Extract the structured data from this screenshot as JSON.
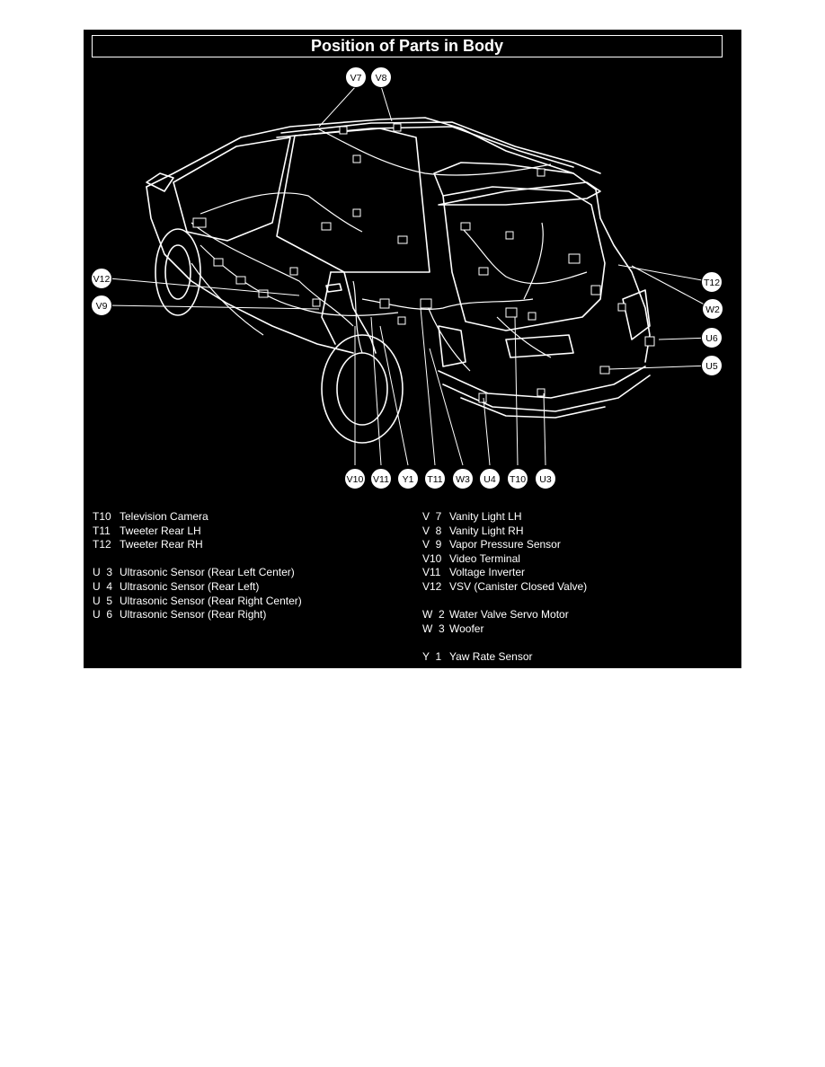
{
  "title": "Position of Parts in Body",
  "callouts": {
    "top": [
      "V7",
      "V8"
    ],
    "left": [
      "V12",
      "V9"
    ],
    "right": [
      "T12",
      "W2",
      "U6",
      "U5"
    ],
    "bottom": [
      "V10",
      "V11",
      "Y1",
      "T11",
      "W3",
      "U4",
      "T10",
      "U3"
    ]
  },
  "legend_left": [
    {
      "code": "T10",
      "desc": "Television Camera"
    },
    {
      "code": "T11",
      "desc": "Tweeter Rear LH"
    },
    {
      "code": "T12",
      "desc": "Tweeter Rear RH"
    },
    {
      "code": "",
      "desc": ""
    },
    {
      "code": "U  3",
      "desc": "Ultrasonic Sensor (Rear Left Center)"
    },
    {
      "code": "U  4",
      "desc": "Ultrasonic Sensor (Rear Left)"
    },
    {
      "code": "U  5",
      "desc": "Ultrasonic Sensor (Rear Right Center)"
    },
    {
      "code": "U  6",
      "desc": "Ultrasonic Sensor (Rear Right)"
    }
  ],
  "legend_right": [
    {
      "code": "V  7",
      "desc": "Vanity Light LH"
    },
    {
      "code": "V  8",
      "desc": "Vanity Light RH"
    },
    {
      "code": "V  9",
      "desc": "Vapor Pressure Sensor"
    },
    {
      "code": "V10",
      "desc": "Video Terminal"
    },
    {
      "code": "V11",
      "desc": "Voltage Inverter"
    },
    {
      "code": "V12",
      "desc": "VSV (Canister Closed Valve)"
    },
    {
      "code": "",
      "desc": ""
    },
    {
      "code": "W  2",
      "desc": "Water Valve Servo Motor"
    },
    {
      "code": "W  3",
      "desc": "Woofer"
    },
    {
      "code": "",
      "desc": ""
    },
    {
      "code": "Y  1",
      "desc": "Yaw Rate Sensor"
    }
  ]
}
